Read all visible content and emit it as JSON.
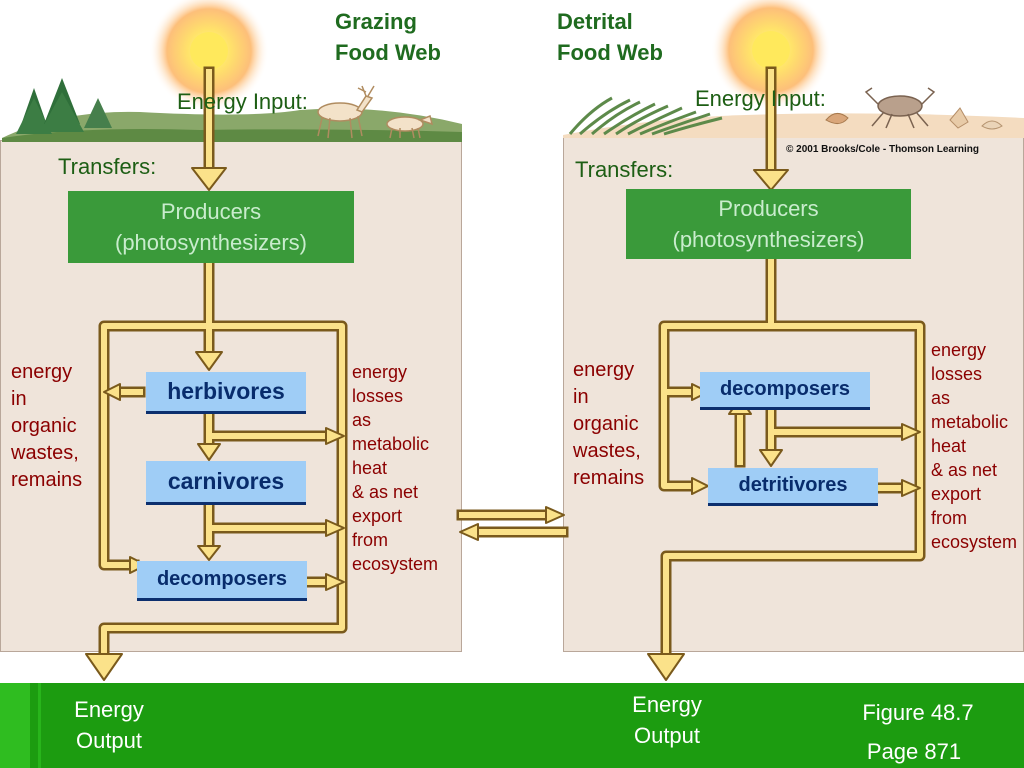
{
  "headings": {
    "grazing": [
      "Grazing",
      "Food Web"
    ],
    "detrital": [
      "Detrital",
      "Food Web"
    ]
  },
  "left": {
    "energy_input": "Energy Input:",
    "transfers": "Transfers:",
    "producers": [
      "Producers",
      "(photosynthesizers)"
    ],
    "herbivores": "herbivores",
    "carnivores": "carnivores",
    "decomposers": "decomposers",
    "organic_wastes": [
      "energy",
      "in",
      "organic",
      "wastes,",
      "remains"
    ],
    "losses": [
      "energy",
      "losses",
      "as",
      "metabolic",
      "heat",
      "& as net",
      "export",
      "from",
      "ecosystem"
    ]
  },
  "right": {
    "energy_input": "Energy Input:",
    "transfers": "Transfers:",
    "producers": [
      "Producers",
      "(photosynthesizers)"
    ],
    "decomposers": "decomposers",
    "detritivores": "detritivores",
    "organic_wastes": [
      "energy",
      "in",
      "organic",
      "wastes,",
      "remains"
    ],
    "losses": [
      "energy",
      "losses",
      "as",
      "metabolic",
      "heat",
      "& as net",
      "export",
      "from",
      "ecosystem"
    ],
    "copyright": "© 2001 Brooks/Cole - Thomson Learning"
  },
  "footer": {
    "energy_output_left": [
      "Energy",
      "Output"
    ],
    "energy_output_right": [
      "Energy",
      "Output"
    ],
    "figure": "Figure 48.7",
    "page": "Page 871"
  },
  "colors": {
    "panel": "#efe4da",
    "producer_box": "#3a9a3a",
    "organism_box": "#9fcdf6",
    "arrow_fill": "#fbe28a",
    "arrow_stroke": "#7a5a1c",
    "footer": "#1c9c10"
  },
  "icons": {
    "sun": "sun-icon",
    "trees": "tree-icon",
    "deer": "deer-icon",
    "crab": "crab-icon",
    "grass": "grass-icon",
    "shell": "shell-icon"
  }
}
